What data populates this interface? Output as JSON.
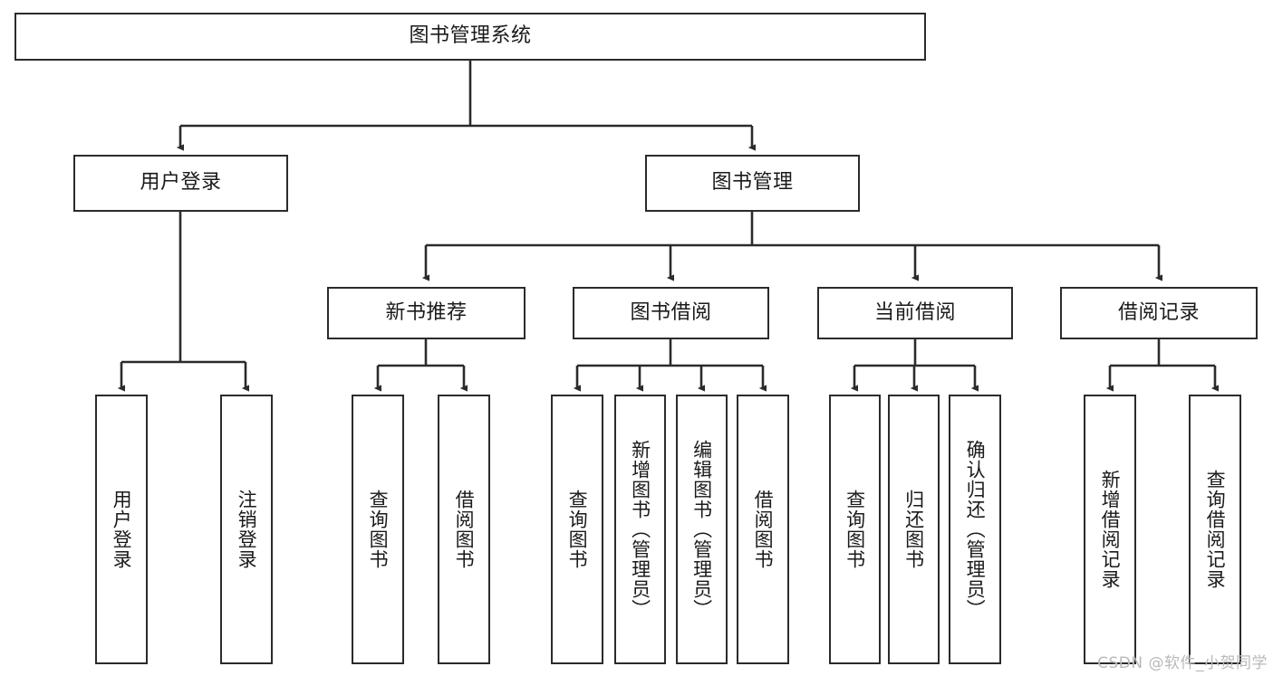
{
  "diagram": {
    "title": "图书管理系统",
    "type": "tree-hierarchy-chart",
    "line_color": "#2b2b2b",
    "box_fill": "#ffffff",
    "text_color": "#1a1a1a"
  },
  "root": {
    "label": "图书管理系统"
  },
  "level1": [
    {
      "label": "用户登录"
    },
    {
      "label": "图书管理"
    }
  ],
  "level2": [
    {
      "label": "新书推荐"
    },
    {
      "label": "图书借阅"
    },
    {
      "label": "当前借阅"
    },
    {
      "label": "借阅记录"
    }
  ],
  "leaves": [
    {
      "label": "用户登录",
      "parent": "用户登录"
    },
    {
      "label": "注销登录",
      "parent": "用户登录"
    },
    {
      "label": "查询图书",
      "parent": "新书推荐"
    },
    {
      "label": "借阅图书",
      "parent": "新书推荐"
    },
    {
      "label": "查询图书",
      "parent": "图书借阅"
    },
    {
      "label": "新增图书（管理员）",
      "parent": "图书借阅"
    },
    {
      "label": "编辑图书（管理员）",
      "parent": "图书借阅"
    },
    {
      "label": "借阅图书",
      "parent": "图书借阅"
    },
    {
      "label": "查询图书",
      "parent": "当前借阅"
    },
    {
      "label": "归还图书",
      "parent": "当前借阅"
    },
    {
      "label": "确认归还（管理员）",
      "parent": "当前借阅"
    },
    {
      "label": "新增借阅记录",
      "parent": "借阅记录"
    },
    {
      "label": "查询借阅记录",
      "parent": "借阅记录"
    }
  ],
  "watermark": {
    "text": "CSDN @软件_小贺同学"
  }
}
